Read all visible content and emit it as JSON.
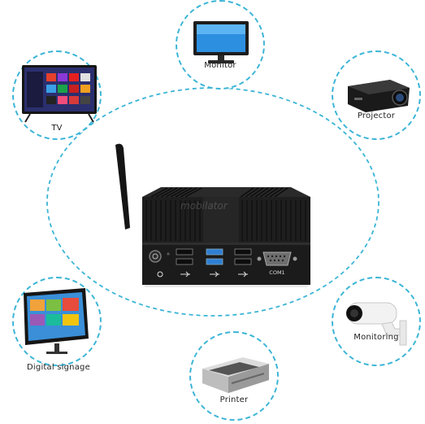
{
  "devices": [
    {
      "id": "monitor",
      "label": "Monitor",
      "icon": "monitor-icon"
    },
    {
      "id": "tv",
      "label": "TV",
      "icon": "tv-icon"
    },
    {
      "id": "projector",
      "label": "Projector",
      "icon": "projector-icon"
    },
    {
      "id": "digital-signage",
      "label": "Digital signage",
      "icon": "digital-signage-icon"
    },
    {
      "id": "monitoring",
      "label": "Monitoring",
      "icon": "security-camera-icon"
    },
    {
      "id": "printer",
      "label": "Printer",
      "icon": "printer-icon"
    }
  ],
  "center": {
    "device": "mini-pc-icon",
    "watermark": "mobilator",
    "port_label": "COM1"
  },
  "colors": {
    "dashed_line": "#3cb5d6",
    "device_body": "#1e1e1e",
    "usb_blue": "#2f7fd3"
  }
}
